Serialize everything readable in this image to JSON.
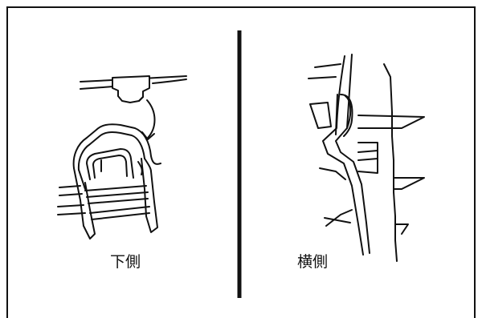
{
  "diagram": {
    "panels": [
      {
        "label": "下側",
        "icon": "clip-bottom-view-illustration"
      },
      {
        "label": "横側",
        "icon": "clip-side-view-illustration"
      }
    ],
    "line_color": "#111111",
    "background": "#ffffff"
  }
}
